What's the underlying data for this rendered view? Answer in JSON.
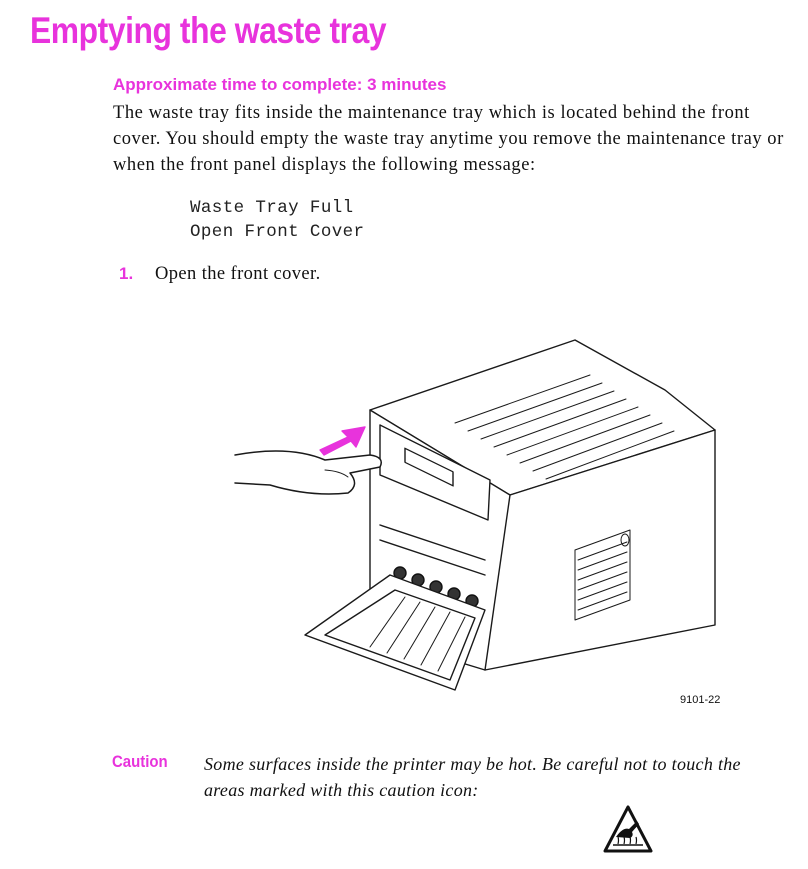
{
  "page": {
    "title": "Emptying the waste tray",
    "subhead": "Approximate time to complete:  3 minutes",
    "intro": "The waste tray fits inside the maintenance tray which is located behind the front cover.  You should empty the waste tray anytime you remove the maintenance tray or when the front panel displays the following message:",
    "message_lines": [
      "Waste Tray Full",
      "Open Front Cover"
    ],
    "step": {
      "number": "1.",
      "text": "Open the front cover."
    },
    "figure": {
      "icon": "printer-front-cover-illustration",
      "number": "9101-22"
    },
    "caution": {
      "label": "Caution",
      "text": "Some surfaces inside the printer may be hot.  Be careful not to touch the areas marked with this caution icon:",
      "icon": "hot-surface-caution-icon"
    }
  },
  "colors": {
    "heading": "#e833dc",
    "body_text": "#111111"
  }
}
